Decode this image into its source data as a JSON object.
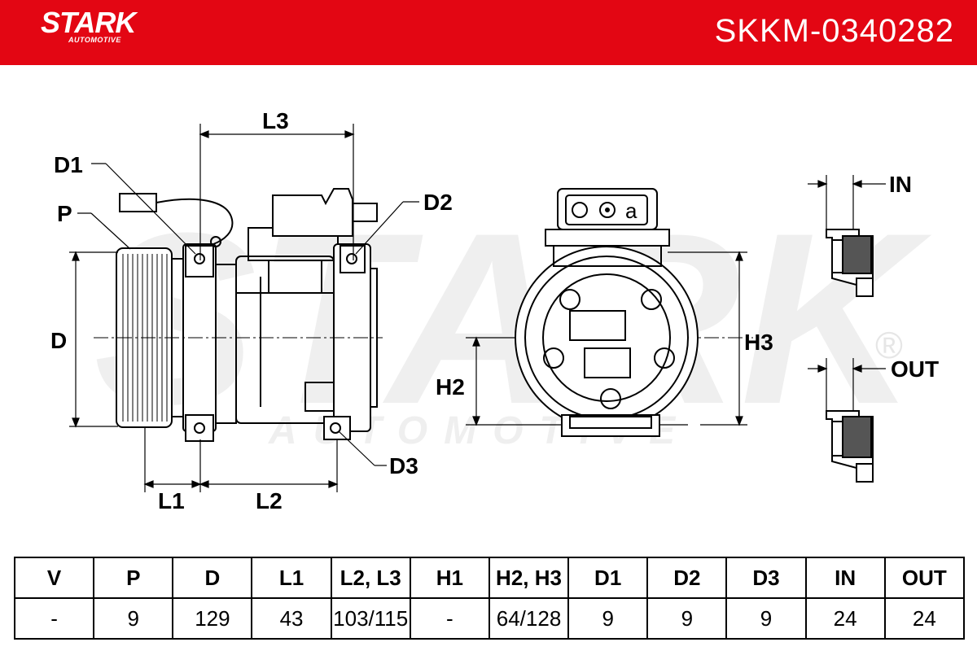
{
  "brand": {
    "name": "STARK",
    "sub": "AUTOMOTIVE"
  },
  "part_number": "SKKM-0340282",
  "watermark": {
    "main": "STARK",
    "sub": "AUTOMOTIVE",
    "mark": "®"
  },
  "labels": {
    "D1": "D1",
    "P": "P",
    "D": "D",
    "L1": "L1",
    "L2": "L2",
    "L3": "L3",
    "D2": "D2",
    "D3": "D3",
    "H2": "H2",
    "H3": "H3",
    "IN": "IN",
    "OUT": "OUT"
  },
  "table": {
    "headers": [
      "V",
      "P",
      "D",
      "L1",
      "L2, L3",
      "H1",
      "H2, H3",
      "D1",
      "D2",
      "D3",
      "IN",
      "OUT"
    ],
    "values": [
      "-",
      "9",
      "129",
      "43",
      "103/115",
      "-",
      "64/128",
      "9",
      "9",
      "9",
      "24",
      "24"
    ]
  }
}
